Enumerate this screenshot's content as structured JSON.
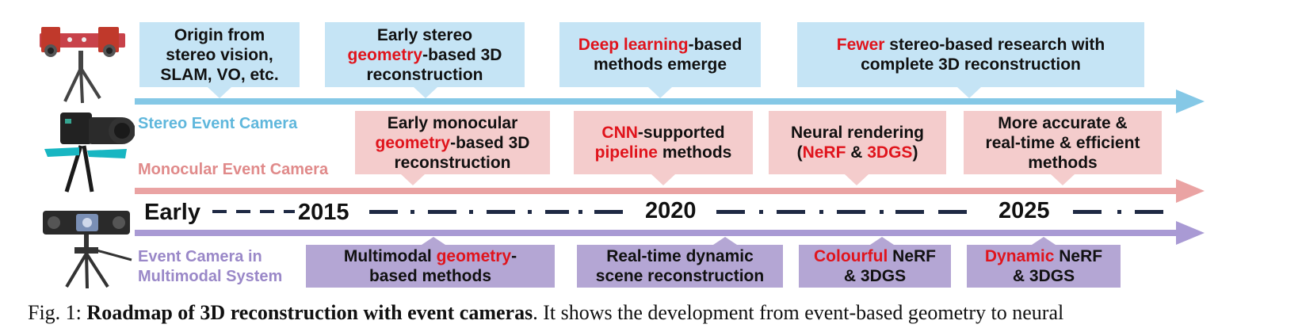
{
  "rows": {
    "stereo": {
      "label": "Stereo Event Camera",
      "color": "#5fb7dc",
      "icon": "stereo-event-camera-icon"
    },
    "monocular": {
      "label": "Monocular Event Camera",
      "color": "#e08a8a",
      "icon": "monocular-event-camera-icon"
    },
    "multimodal": {
      "label_line1": "Event Camera in",
      "label_line2": "Multimodal System",
      "color": "#9a88c8",
      "icon": "multimodal-camera-rig-icon"
    }
  },
  "colors": {
    "stereo_arrow": "#85c8e6",
    "monocular_arrow": "#eaa3a3",
    "multimodal_arrow": "#a99ad4",
    "stereo_box": "#c5e4f5",
    "monocular_box": "#f4cccc",
    "multimodal_box": "#b4a6d4",
    "highlight": "#e0141c",
    "timeline": "#1f2a44"
  },
  "stereo_boxes": [
    {
      "l1": "Origin from",
      "l2": "stereo vision,",
      "l3": "SLAM, VO, etc."
    },
    {
      "l1": "Early stereo",
      "l2_hl": "geometry",
      "l2_rest": "-based 3D",
      "l3": "reconstruction"
    },
    {
      "l1_hl": "Deep learning",
      "l1_rest": "-based",
      "l2": "methods emerge"
    },
    {
      "l1_hl": "Fewer",
      "l1_rest": " stereo-based research with",
      "l2": "complete 3D reconstruction"
    }
  ],
  "monocular_boxes": [
    {
      "l1": "Early monocular",
      "l2_hl": "geometry",
      "l2_rest": "-based 3D",
      "l3": "reconstruction"
    },
    {
      "l1_hl": "CNN",
      "l1_rest": "-supported",
      "l2_hl": "pipeline",
      "l2_rest": " methods"
    },
    {
      "l1": "Neural rendering",
      "l2_a": "(",
      "l2_hl1": "NeRF",
      "l2_b": " & ",
      "l2_hl2": "3DGS",
      "l2_c": ")"
    },
    {
      "l1": "More accurate &",
      "l2": "real-time & efficient",
      "l3": "methods"
    }
  ],
  "multimodal_boxes": [
    {
      "l1_a": "Multimodal ",
      "l1_hl": "geometry",
      "l1_b": "-",
      "l2": "based methods"
    },
    {
      "l1": "Real-time dynamic",
      "l2": "scene reconstruction"
    },
    {
      "l1_hl": "Colourful",
      "l1_rest": " NeRF",
      "l2": "& 3DGS"
    },
    {
      "l1_hl": "Dynamic",
      "l1_rest": " NeRF",
      "l2": "& 3DGS"
    }
  ],
  "timeline": {
    "early": "Early",
    "y2015": "2015",
    "y2020": "2020",
    "y2025": "2025"
  },
  "caption": {
    "prefix": "Fig. 1: ",
    "bold": "Roadmap of 3D reconstruction with event cameras",
    "rest": ". It shows the development from event-based geometry to neural"
  }
}
